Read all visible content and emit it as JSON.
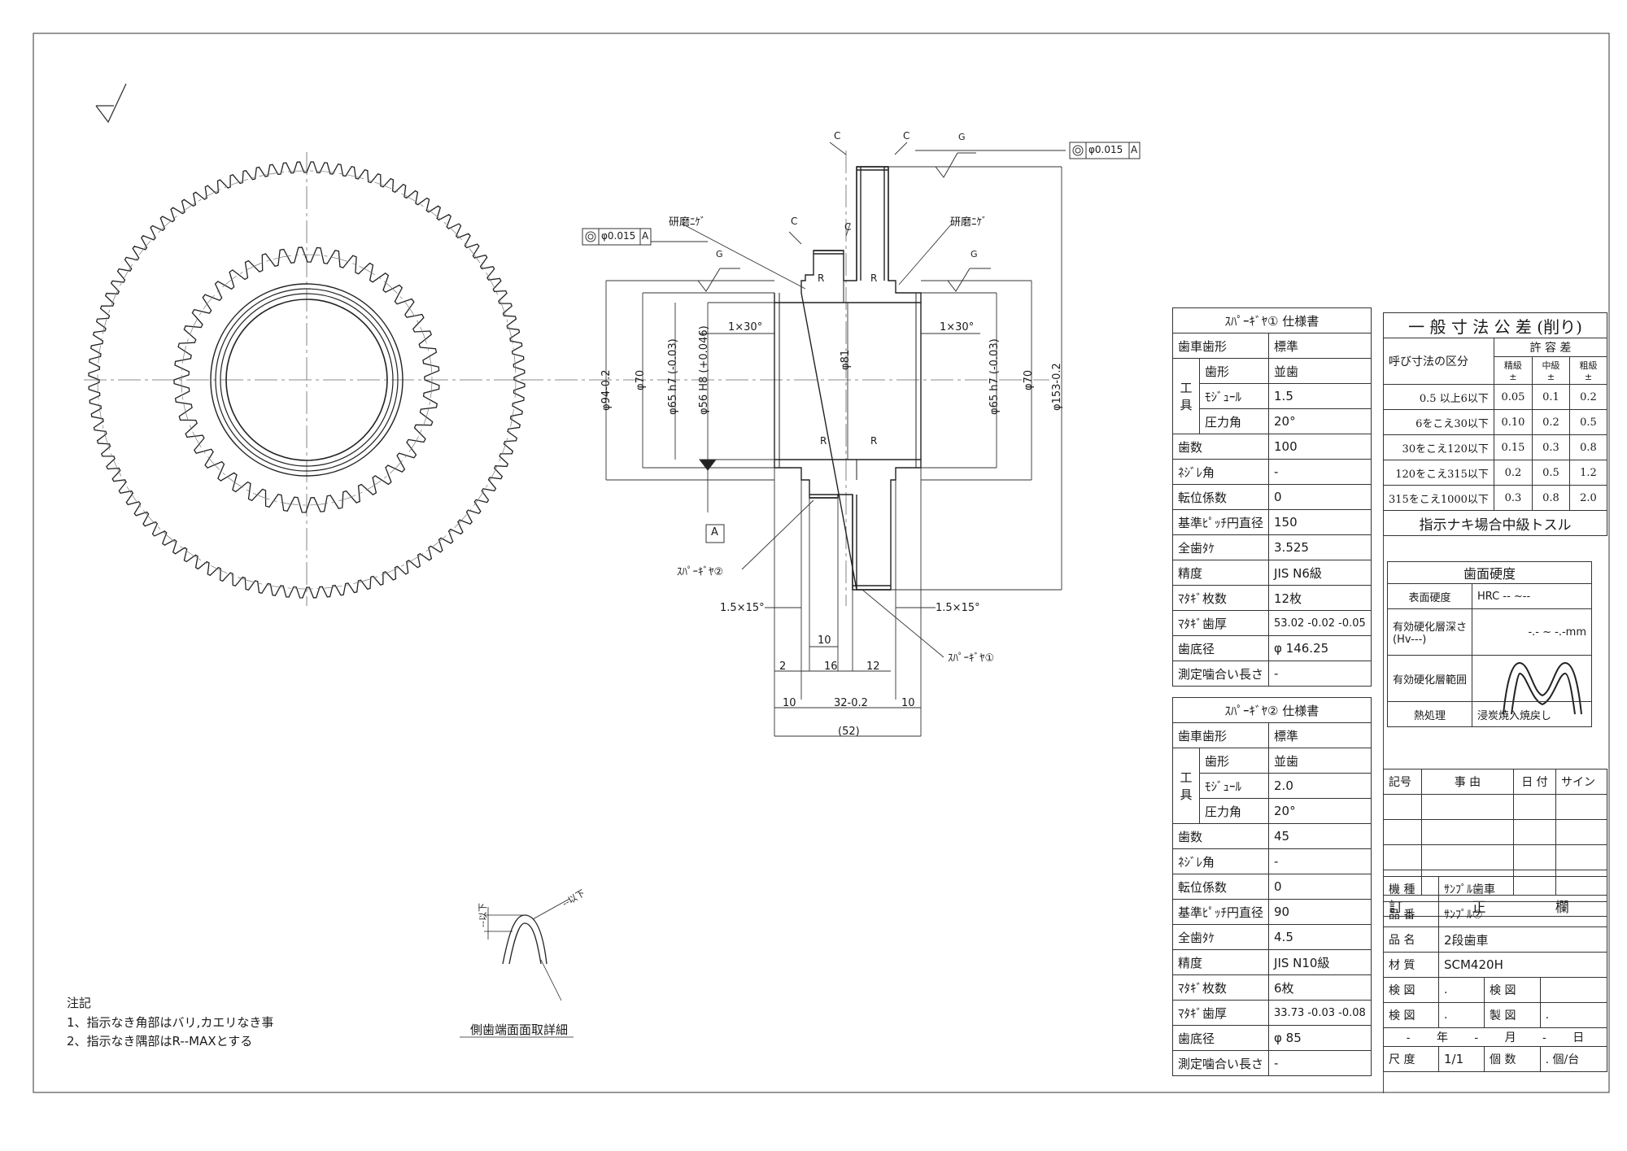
{
  "callouts": {
    "grind_relief": "研磨ﾆｹﾞ",
    "gear1": "ｽﾊﾟｰｷﾞﾔ①",
    "gear2": "ｽﾊﾟｰｷﾞﾔ②",
    "chamfer_c": "C",
    "radius_r": "R",
    "grind_g": "G",
    "datum": "A",
    "concentricity": "φ0.015",
    "datum_ref": "A"
  },
  "dimensions": {
    "chamfer_1x30": "1×30°",
    "chamfer_15x15": "1.5×15°",
    "phi81": "φ81",
    "phi94": "φ94-0.2",
    "phi70": "φ70",
    "phi65": "φ65 h7 (-0.03)",
    "phi56": "φ56 H8 (+0.046)",
    "phi153": "φ153-0.2",
    "d2": "2",
    "d10": "10",
    "d16": "16",
    "d12": "12",
    "d32": "32-0.2",
    "d52": "(52)"
  },
  "detail": {
    "caption": "側歯端面面取詳細",
    "note_a": "--以下",
    "note_b": "--以下"
  },
  "notes": {
    "title": "注記",
    "line1": "1、指示なき角部はバリ,カエリなき事",
    "line2": "2、指示なき隅部はR--MAXとする"
  },
  "spec1": {
    "title": "ｽﾊﾟｰｷﾞﾔ① 仕様書",
    "rows": [
      {
        "label": "歯車歯形",
        "value": "標準"
      },
      {
        "label": "歯形",
        "value": "並歯"
      },
      {
        "label": "ﾓｼﾞｭｰﾙ",
        "value": "1.5"
      },
      {
        "label": "圧力角",
        "value": "20°"
      },
      {
        "label": "歯数",
        "value": "100"
      },
      {
        "label": "ﾈｼﾞﾚ角",
        "value": "-"
      },
      {
        "label": "転位係数",
        "value": "0"
      },
      {
        "label": "基準ﾋﾟｯﾁ円直径",
        "value": "150"
      },
      {
        "label": "全歯ﾀｹ",
        "value": "3.525"
      },
      {
        "label": "精度",
        "value": "JIS N6級"
      },
      {
        "label": "ﾏﾀｷﾞ枚数",
        "value": "12枚"
      },
      {
        "label": "ﾏﾀｷﾞ歯厚",
        "value": "53.02 -0.02 -0.05"
      },
      {
        "label": "歯底径",
        "value": "φ 146.25"
      },
      {
        "label": "測定噛合い長さ",
        "value": "-"
      }
    ],
    "group": "工具"
  },
  "spec2": {
    "title": "ｽﾊﾟｰｷﾞﾔ② 仕様書",
    "rows": [
      {
        "label": "歯車歯形",
        "value": "標準"
      },
      {
        "label": "歯形",
        "value": "並歯"
      },
      {
        "label": "ﾓｼﾞｭｰﾙ",
        "value": "2.0"
      },
      {
        "label": "圧力角",
        "value": "20°"
      },
      {
        "label": "歯数",
        "value": "45"
      },
      {
        "label": "ﾈｼﾞﾚ角",
        "value": "-"
      },
      {
        "label": "転位係数",
        "value": "0"
      },
      {
        "label": "基準ﾋﾟｯﾁ円直径",
        "value": "90"
      },
      {
        "label": "全歯ﾀｹ",
        "value": "4.5"
      },
      {
        "label": "精度",
        "value": "JIS N10級"
      },
      {
        "label": "ﾏﾀｷﾞ枚数",
        "value": "6枚"
      },
      {
        "label": "ﾏﾀｷﾞ歯厚",
        "value": "33.73 -0.03 -0.08"
      },
      {
        "label": "歯底径",
        "value": "φ 85"
      },
      {
        "label": "測定噛合い長さ",
        "value": "-"
      }
    ],
    "group": "工具"
  },
  "tolerance": {
    "title": "一 般 寸 法 公 差 (削り)",
    "section": "呼び寸法の区分",
    "allow": "許 容 差",
    "grades": [
      "精級 ±",
      "中級 ±",
      "粗級 ±"
    ],
    "rows": [
      {
        "range": "0.5 以上6以下",
        "v": [
          "0.05",
          "0.1",
          "0.2"
        ]
      },
      {
        "range": "6をこえ30以下",
        "v": [
          "0.10",
          "0.2",
          "0.5"
        ]
      },
      {
        "range": "30をこえ120以下",
        "v": [
          "0.15",
          "0.3",
          "0.8"
        ]
      },
      {
        "range": "120をこえ315以下",
        "v": [
          "0.2",
          "0.5",
          "1.2"
        ]
      },
      {
        "range": "315をこえ1000以下",
        "v": [
          "0.3",
          "0.8",
          "2.0"
        ]
      }
    ],
    "footer": "指示ナキ場合中級トスル"
  },
  "hardness": {
    "title": "歯面硬度",
    "rows": [
      {
        "label": "表面硬度",
        "value": "HRC -- ~--"
      },
      {
        "label": "有効硬化層深さ (Hv---)",
        "value": "-.- ~ -.-mm"
      },
      {
        "label": "有効硬化層範囲",
        "value": ""
      },
      {
        "label": "熱処理",
        "value": "浸炭焼入焼戻し"
      }
    ]
  },
  "revision": {
    "headers": [
      "記号",
      "事 由",
      "日 付",
      "サイン"
    ],
    "caption": "訂 正 欄"
  },
  "title_block": {
    "rows": [
      {
        "label": "機 種",
        "value": "ｻﾝﾌﾟﾙ歯車"
      },
      {
        "label": "品 番",
        "value": "ｻﾝﾌﾟﾙ②"
      },
      {
        "label": "品 名",
        "value": "2段歯車"
      },
      {
        "label": "材 質",
        "value": "SCM420H"
      }
    ],
    "check1": "検 図",
    "check2": "検 図",
    "check3": "検 図",
    "make": "製 図",
    "dot": ".",
    "date": "- 年 - 月 - 日",
    "scale_label": "尺 度",
    "scale": "1/1",
    "qty_label": "個 数",
    "qty": ". 個/台"
  }
}
